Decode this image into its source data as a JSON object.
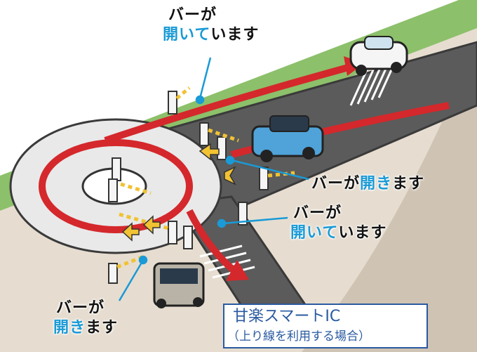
{
  "callouts": [
    {
      "line1": "バーが",
      "line2_blue": "開いて",
      "line2_rest": "います"
    },
    {
      "line1_plain": "バーが",
      "line1_blue": "開き",
      "line1_rest": "ます"
    },
    {
      "line1": "バーが",
      "line2_blue": "開いて",
      "line2_rest": "います"
    },
    {
      "line1": "バーが",
      "line2_blue": "開き",
      "line2_rest": "ます"
    }
  ],
  "info": {
    "title": "甘楽スマートIC",
    "subtitle": "（上り線を利用する場合）"
  },
  "colors": {
    "road": "#5b5b5b",
    "road_edge": "#3a3a3a",
    "arrow": "#d4282c",
    "grass": "#8cc06a",
    "ground": "#d9cfc2",
    "accent_blue": "#1a9ad6",
    "box_border": "#2a5aa0"
  },
  "icons": {
    "vehicle_top": "white-car-icon",
    "vehicle_mid": "blue-suv-icon",
    "vehicle_bottom": "gray-kei-car-icon",
    "gates": "gate-bar-icon"
  }
}
